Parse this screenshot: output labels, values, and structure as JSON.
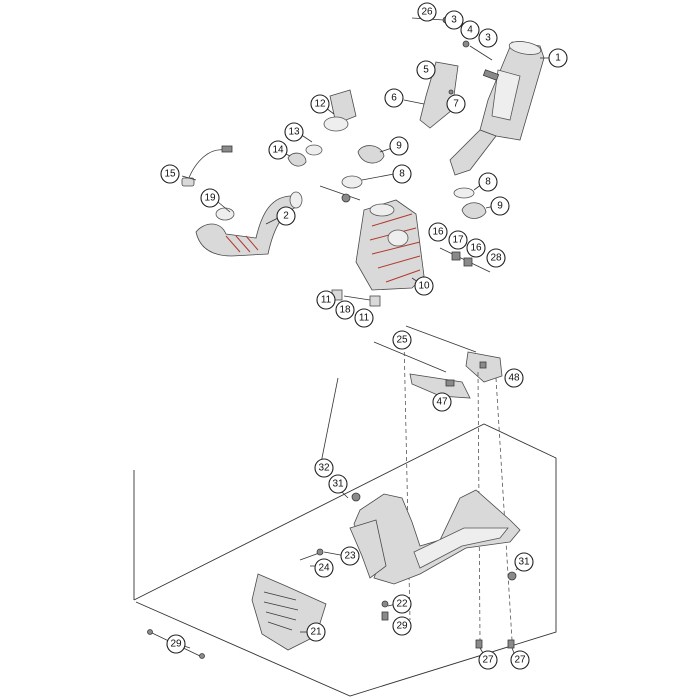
{
  "callouts": [
    {
      "id": "c26a",
      "label": "26"
    },
    {
      "id": "c3a",
      "label": "3"
    },
    {
      "id": "c4",
      "label": "4"
    },
    {
      "id": "c3b",
      "label": "3"
    },
    {
      "id": "c1",
      "label": "1"
    },
    {
      "id": "c5",
      "label": "5"
    },
    {
      "id": "c6",
      "label": "6"
    },
    {
      "id": "c7",
      "label": "7"
    },
    {
      "id": "c12",
      "label": "12"
    },
    {
      "id": "c13",
      "label": "13"
    },
    {
      "id": "c14",
      "label": "14"
    },
    {
      "id": "c9a",
      "label": "9"
    },
    {
      "id": "c8a",
      "label": "8"
    },
    {
      "id": "c8b",
      "label": "8"
    },
    {
      "id": "c9b",
      "label": "9"
    },
    {
      "id": "c15",
      "label": "15"
    },
    {
      "id": "c19",
      "label": "19"
    },
    {
      "id": "c2",
      "label": "2"
    },
    {
      "id": "c16a",
      "label": "16"
    },
    {
      "id": "c17",
      "label": "17"
    },
    {
      "id": "c16b",
      "label": "16"
    },
    {
      "id": "c28",
      "label": "28"
    },
    {
      "id": "c10",
      "label": "10"
    },
    {
      "id": "c11a",
      "label": "11"
    },
    {
      "id": "c18",
      "label": "18"
    },
    {
      "id": "c11b",
      "label": "11"
    },
    {
      "id": "c25",
      "label": "25"
    },
    {
      "id": "c48",
      "label": "48"
    },
    {
      "id": "c47",
      "label": "47"
    },
    {
      "id": "c32",
      "label": "32"
    },
    {
      "id": "c31a",
      "label": "31"
    },
    {
      "id": "c23",
      "label": "23"
    },
    {
      "id": "c24",
      "label": "24"
    },
    {
      "id": "c31b",
      "label": "31"
    },
    {
      "id": "c22",
      "label": "22"
    },
    {
      "id": "c29a",
      "label": "29"
    },
    {
      "id": "c21",
      "label": "21"
    },
    {
      "id": "c29b",
      "label": "29"
    },
    {
      "id": "c27",
      "label": "27"
    }
  ]
}
